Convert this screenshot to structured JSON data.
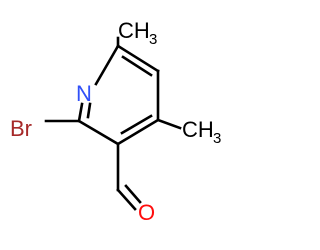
{
  "molecule": {
    "atoms": {
      "nitrogen": {
        "label": "N",
        "color": "#3050F8"
      },
      "bromine": {
        "label": "Br",
        "color": "#A62929"
      },
      "oxygen": {
        "label": "O",
        "color": "#FF0D0D"
      },
      "methyl_top": {
        "label": "CH",
        "subscript": "3",
        "color": "#000000"
      },
      "methyl_right": {
        "label": "CH",
        "subscript": "3",
        "color": "#000000"
      }
    },
    "bond_color": "#000000"
  }
}
